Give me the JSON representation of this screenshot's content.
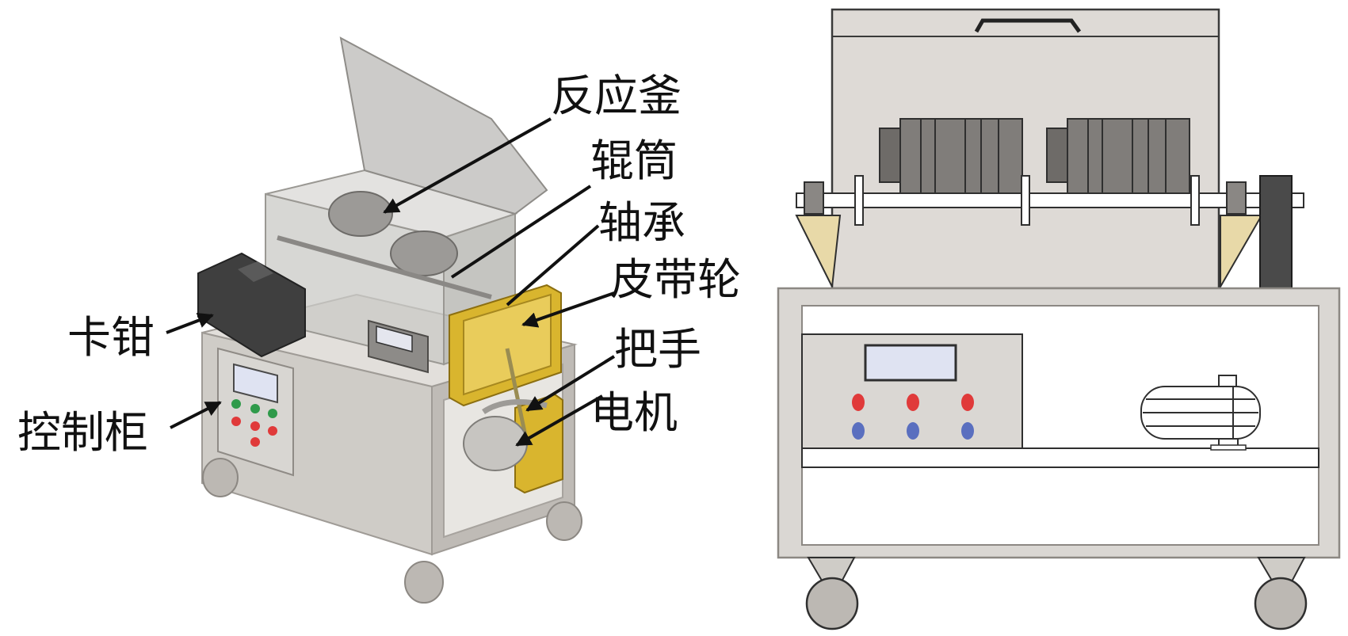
{
  "labels": {
    "reactor": "反应釜",
    "roller": "辊筒",
    "bearing": "轴承",
    "pulley": "皮带轮",
    "clamp": "卡钳",
    "handle": "把手",
    "motor": "电机",
    "control_cabinet": "控制柜"
  },
  "colors": {
    "frame": "#d6d3cf",
    "frame_dark": "#b9b5b0",
    "glass": "#c9c9c6",
    "roller": "#7b7875",
    "pulley_gold": "#d9b52e",
    "clamp": "#3f3f3f",
    "cone": "#e8d9a8",
    "red_button": "#e03a3a",
    "blue_button": "#5a6fbf",
    "green_button": "#2f9a4a",
    "screen": "#dfe3f2"
  }
}
